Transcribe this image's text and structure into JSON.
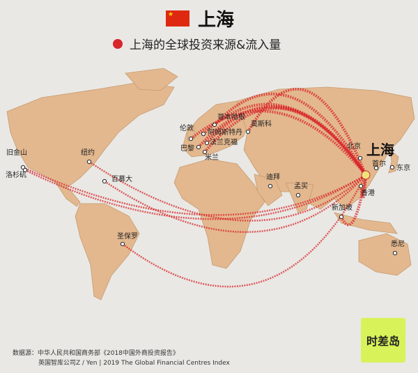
{
  "header": {
    "title": "上海",
    "flag_icon": "china-flag-icon"
  },
  "legend": {
    "label": "上海的全球投资来源&流入量",
    "color": "#d8262b"
  },
  "hub": {
    "name": "上海"
  },
  "cities": [
    {
      "name": "旧金山"
    },
    {
      "name": "洛杉矶"
    },
    {
      "name": "纽约"
    },
    {
      "name": "百慕大"
    },
    {
      "name": "圣保罗"
    },
    {
      "name": "伦敦"
    },
    {
      "name": "阿姆斯特丹"
    },
    {
      "name": "哥本哈根"
    },
    {
      "name": "法兰克福"
    },
    {
      "name": "巴黎"
    },
    {
      "name": "米兰"
    },
    {
      "name": "莫斯科"
    },
    {
      "name": "迪拜"
    },
    {
      "name": "孟买"
    },
    {
      "name": "北京"
    },
    {
      "name": "首尔"
    },
    {
      "name": "东京"
    },
    {
      "name": "香港"
    },
    {
      "name": "新加坡"
    },
    {
      "name": "悉尼"
    }
  ],
  "source": {
    "line1": "数据源：中华人民共和国商务部《2018中国外商投资报告》",
    "line2": "英国智库公司Z / Yen | 2019 The Global Financial Centres Index"
  },
  "brand": {
    "label": "时差岛",
    "color": "#d8f25a"
  },
  "colors": {
    "land": "#e3b88f",
    "ocean": "#e9e8e4",
    "flow": "#d8262b",
    "hub": "#f1e37a"
  }
}
